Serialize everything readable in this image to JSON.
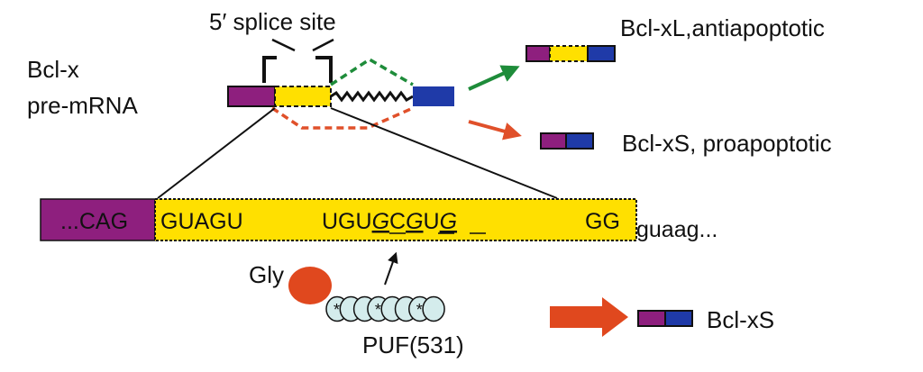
{
  "labels": {
    "splice_site": "5′ splice site",
    "gene_line1": "Bcl-x",
    "gene_line2": "pre-mRNA",
    "bcl_xl": "Bcl-xL,antiapoptotic",
    "bcl_xs_long": "Bcl-xS, proapoptotic",
    "bcl_xs_short": "Bcl-xS",
    "gly": "Gly",
    "puf": "PUF(531)"
  },
  "sequence": {
    "exon_end": "...CAG",
    "motif1": "GUAGU",
    "motif2_pre": "UGU",
    "motif2_g1": "G",
    "motif2_mid1": "C",
    "motif2_g2": "G",
    "motif2_mid2": "U",
    "motif2_g3": "G",
    "motif3": "GG",
    "intron_tail": "guaag..."
  },
  "puf_repeats": {
    "total": 8,
    "starred": [
      1,
      2,
      3
    ],
    "star_symbol": "*"
  },
  "colors": {
    "exon_purple": "#8e1f7e",
    "alt_yellow": "#ffe000",
    "exon_blue": "#1f3aa8",
    "xl_green": "#1e8c3a",
    "xs_orange": "#e0502a",
    "gly_red": "#e0481e",
    "puf_fill": "#d4ecec"
  }
}
